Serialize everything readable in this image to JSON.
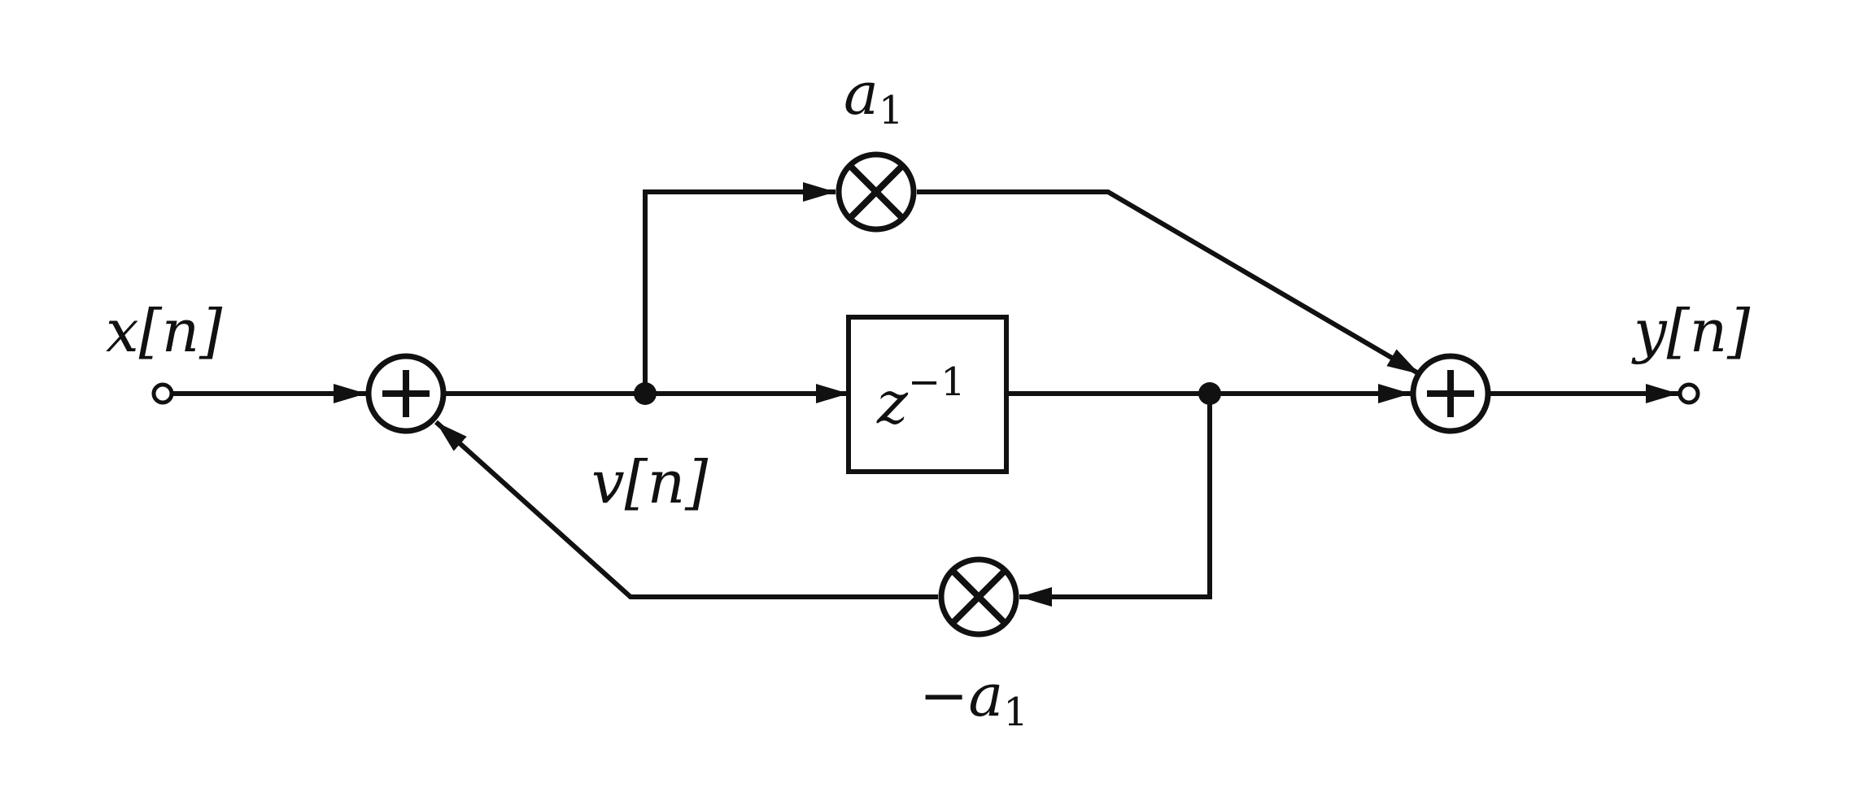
{
  "diagram": {
    "input_label": "x[n]",
    "output_label": "y[n]",
    "state_label": "v[n]",
    "delay_block": {
      "base": "z",
      "exponent": "−1"
    },
    "forward_gain": {
      "base": "a",
      "subscript": "1"
    },
    "feedback_gain": {
      "sign": "−",
      "base": "a",
      "subscript": "1"
    }
  }
}
